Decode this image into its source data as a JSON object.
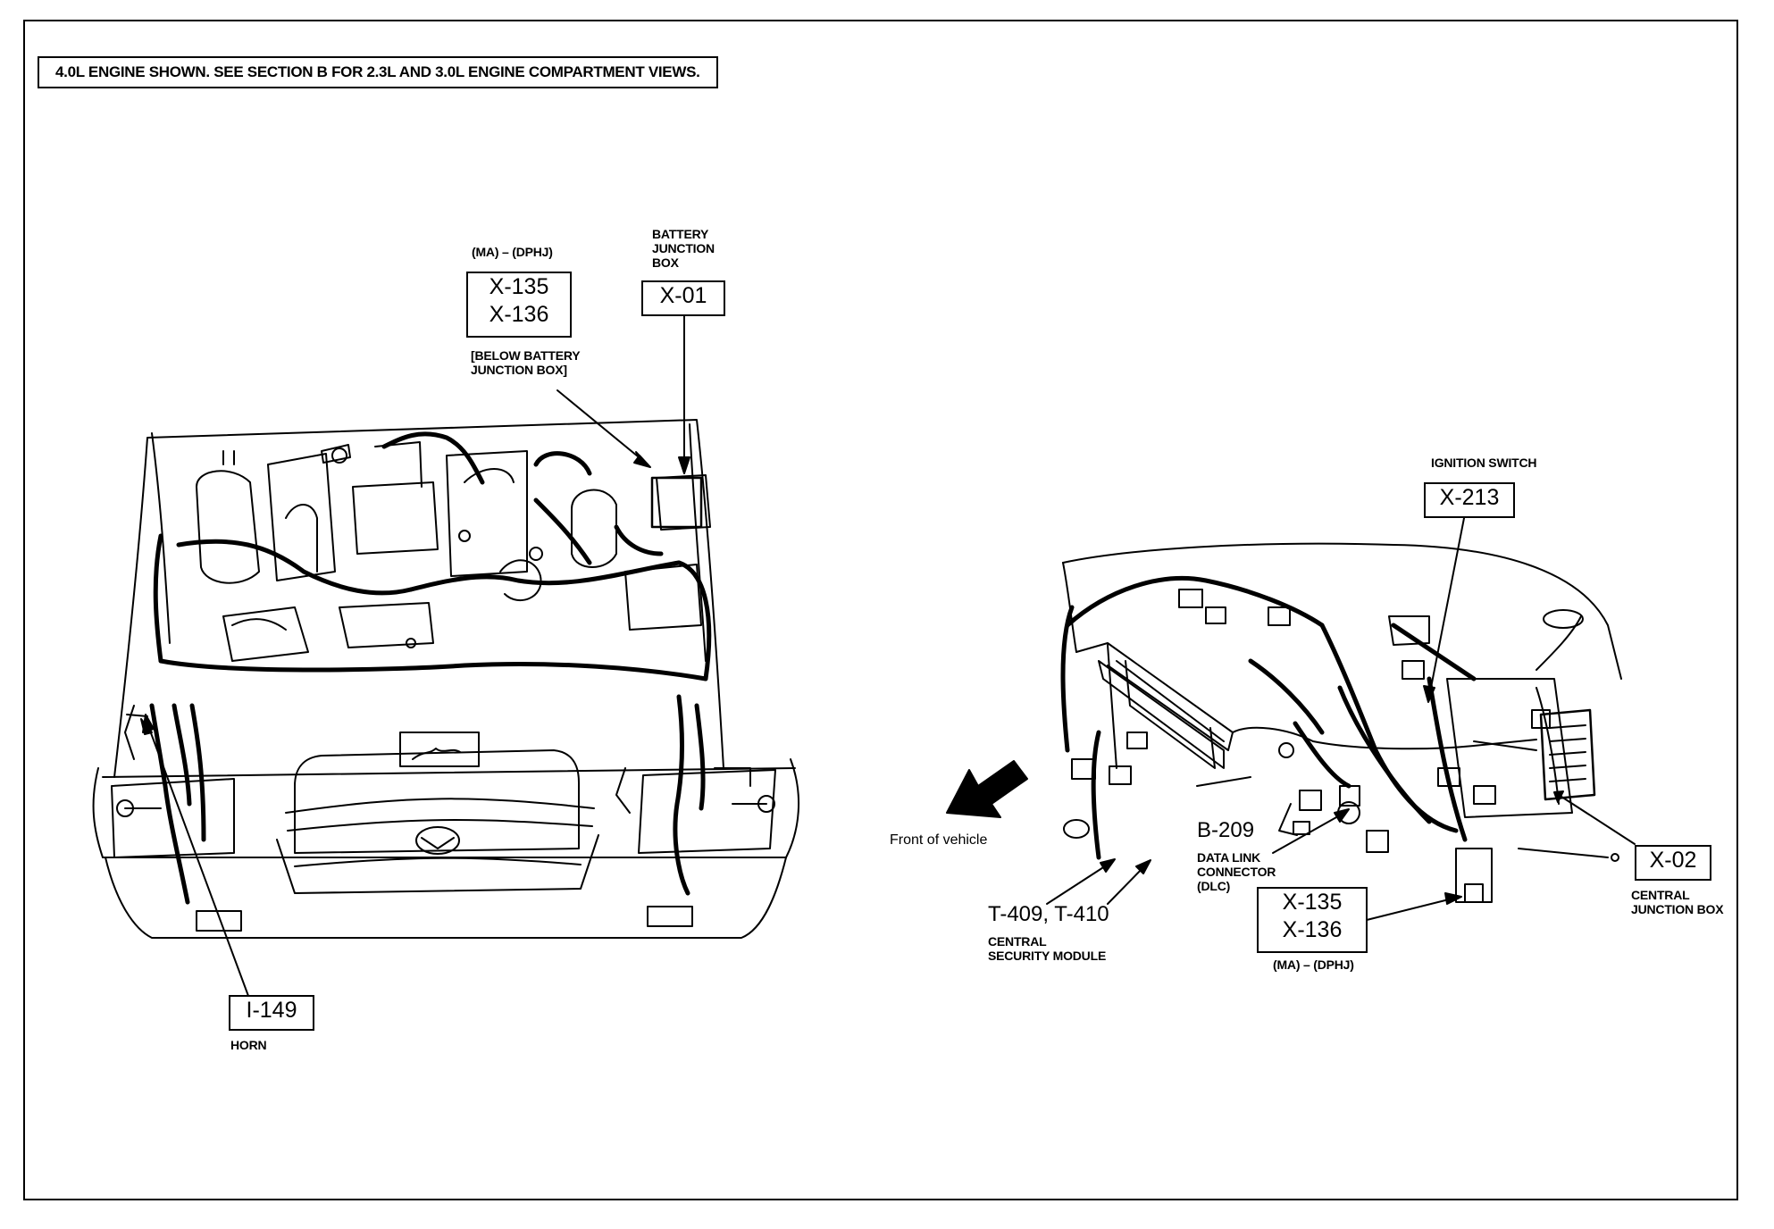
{
  "notice": "4.0L ENGINE SHOWN. SEE SECTION B FOR 2.3L AND 3.0L ENGINE COMPARTMENT VIEWS.",
  "callouts": {
    "ma_dphj_top": {
      "qualifier": "(MA) – (DPHJ)",
      "codes": [
        "X-135",
        "X-136"
      ],
      "note": "[BELOW BATTERY\nJUNCTION BOX]"
    },
    "battery_junction": {
      "label": "BATTERY\nJUNCTION\nBOX",
      "code": "X-01"
    },
    "horn": {
      "code": "I-149",
      "label": "HORN"
    },
    "ignition_switch": {
      "label": "IGNITION SWITCH",
      "code": "X-213"
    },
    "dlc": {
      "code": "B-209",
      "label": "DATA LINK\nCONNECTOR\n(DLC)"
    },
    "security_module": {
      "code": "T-409, T-410",
      "label": "CENTRAL\nSECURITY MODULE"
    },
    "ma_dphj_bottom": {
      "codes": [
        "X-135",
        "X-136"
      ],
      "qualifier": "(MA) – (DPHJ)"
    },
    "central_junction": {
      "code": "X-02",
      "label": "CENTRAL\nJUNCTION BOX"
    }
  },
  "front_label": "Front of vehicle",
  "colors": {
    "ink": "#000000",
    "paper": "#ffffff"
  }
}
